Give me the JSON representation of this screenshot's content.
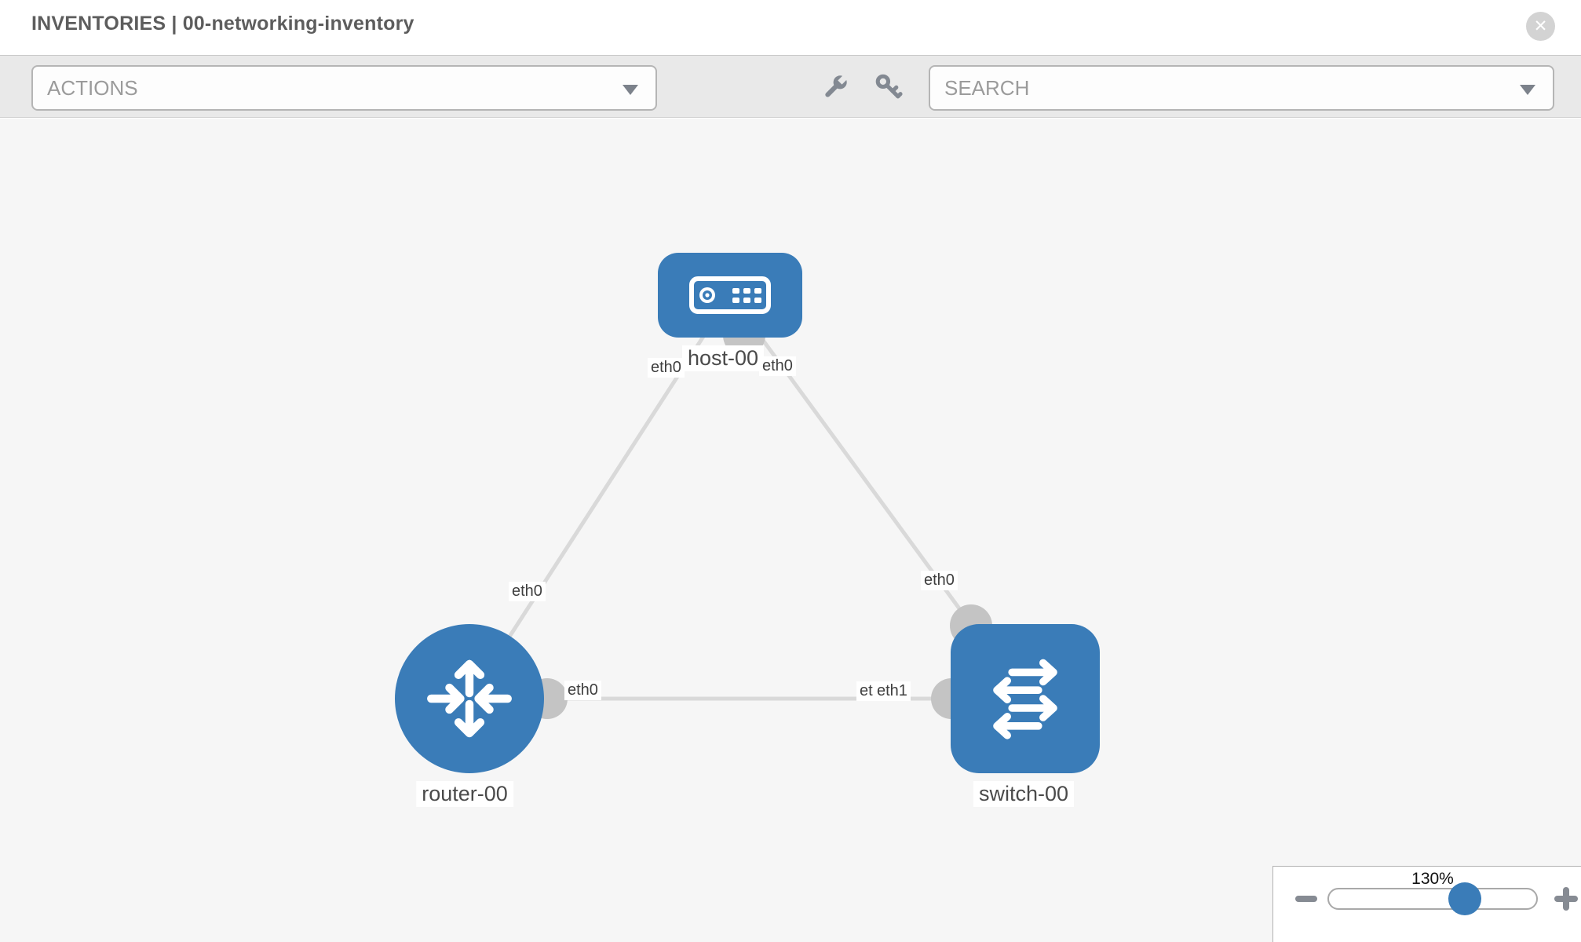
{
  "header": {
    "title": "INVENTORIES | 00-networking-inventory"
  },
  "toolbar": {
    "actions_label": "ACTIONS",
    "search_placeholder": "SEARCH"
  },
  "icons": {
    "close_glyph": "✕",
    "close": "x-circle-icon",
    "wrench": "wrench-icon",
    "key": "key-icon",
    "actions_caret": "chevron-down-icon",
    "search_caret": "chevron-down-icon",
    "zoom_out": "minus-icon",
    "zoom_in": "plus-icon"
  },
  "topology": {
    "nodes": [
      {
        "label": "host-00",
        "type": "host",
        "icon": "host-device-icon"
      },
      {
        "label": "router-00",
        "type": "router",
        "icon": "router-arrows-icon"
      },
      {
        "label": "switch-00",
        "type": "switch",
        "icon": "switch-arrows-icon"
      }
    ],
    "links": [
      {
        "from": "host-00",
        "to": "router-00",
        "from_interface": "eth0",
        "to_interface": "eth0"
      },
      {
        "from": "host-00",
        "to": "switch-00",
        "from_interface": "eth0",
        "to_interface": "eth0"
      },
      {
        "from": "router-00",
        "to": "switch-00",
        "from_interface": "eth0",
        "to_interface": "eth1"
      }
    ],
    "interface_labels": {
      "host_to_router_host_end": "eth0",
      "host_to_router_router_end": "eth0",
      "host_to_switch_host_end": "eth0",
      "host_to_switch_switch_end": "eth0",
      "router_to_switch_router_end": "eth0",
      "router_to_switch_switch_end_back": "eth0",
      "router_to_switch_switch_end_front": "eth1"
    }
  },
  "zoom_control": {
    "level": "130%"
  },
  "colors": {
    "node_blue": "#3a7cb8",
    "link_gray": "#d9d9d9",
    "interface_gray": "#c4c4c4",
    "toolbar_bg": "#e9e9e9",
    "canvas_bg": "#f6f6f6",
    "icon_gray": "#838992",
    "title_gray": "#5d5d5d"
  }
}
